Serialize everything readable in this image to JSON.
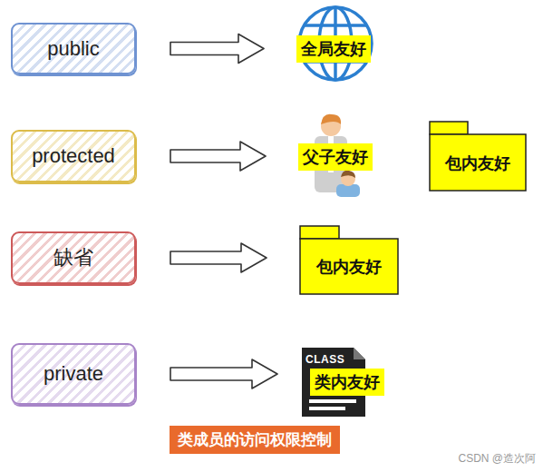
{
  "diagram": {
    "caption": "类成员的访问权限控制",
    "nodes": [
      {
        "text": [
          "public"
        ]
      },
      {
        "text": [
          "全局友好"
        ]
      },
      {
        "text": [
          "protected"
        ]
      },
      {
        "text": [
          "父子友好"
        ]
      },
      {
        "text": [
          "包内友好"
        ]
      },
      {
        "text": [
          "缺省"
        ]
      },
      {
        "text": [
          "包内友好"
        ]
      },
      {
        "text": [
          "private"
        ]
      },
      {
        "text": [
          "类内友好"
        ]
      }
    ],
    "edges": [
      {
        "from": 0,
        "to": 1,
        "arrow": "to"
      },
      {
        "from": 2,
        "to": 3,
        "arrow": "to"
      },
      {
        "from": 5,
        "to": 6,
        "arrow": "to"
      },
      {
        "from": 7,
        "to": 8,
        "arrow": "to"
      }
    ],
    "labels": [
      "CLASS",
      "CSDN @造次阿"
    ]
  }
}
